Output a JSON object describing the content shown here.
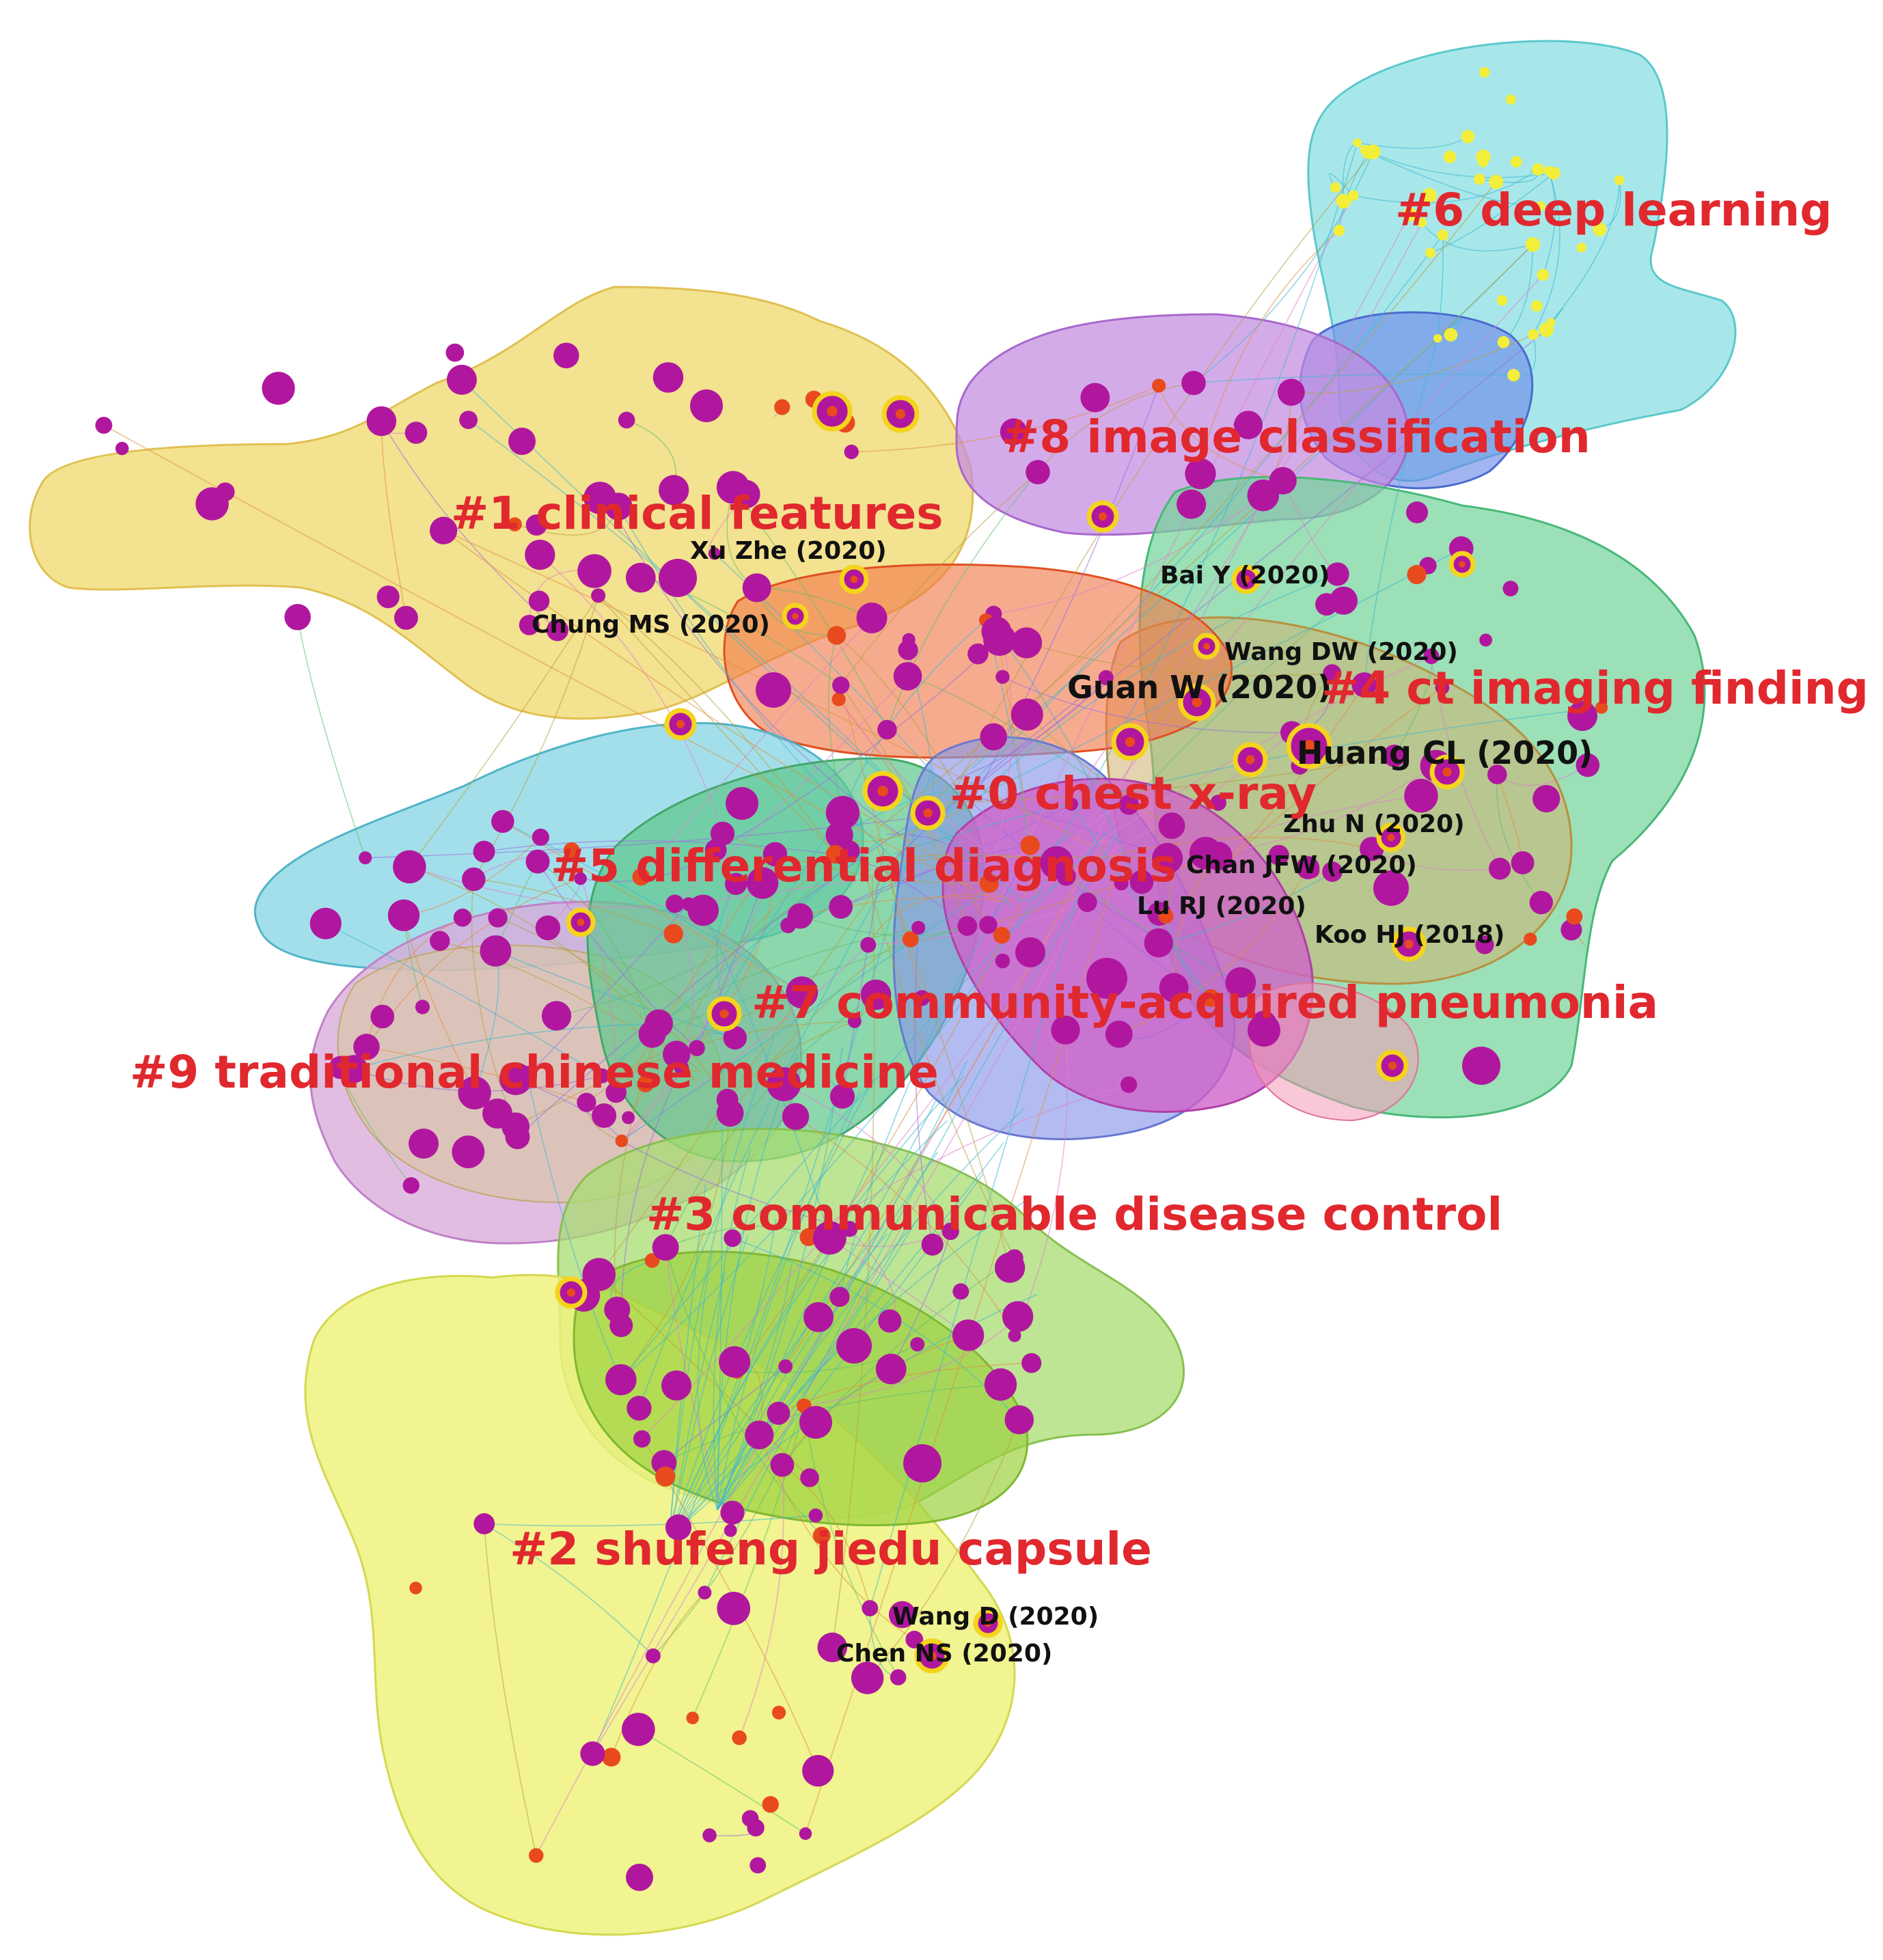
{
  "clusters": [
    {
      "id": "c0",
      "label": "#0 chest x-ray",
      "color": "#b84ad8"
    },
    {
      "id": "c1",
      "label": "#1 clinical features",
      "color": "#f0dc78"
    },
    {
      "id": "c2",
      "label": "#2 shufeng jiedu capsule",
      "color": "#eef27c"
    },
    {
      "id": "c3",
      "label": "#3 communicable disease control",
      "color": "#a8dc70"
    },
    {
      "id": "c4",
      "label": "#4 ct imaging finding",
      "color": "#74d49a"
    },
    {
      "id": "c5",
      "label": "#5 differential diagnosis",
      "color": "#60c88c"
    },
    {
      "id": "c6",
      "label": "#6 deep learning",
      "color": "#8ee0e4"
    },
    {
      "id": "c7",
      "label": "#7 community-acquired pneumonia",
      "color": "#d060c8"
    },
    {
      "id": "c8",
      "label": "#8 image classification",
      "color": "#c48ae0"
    },
    {
      "id": "c9",
      "label": "#9 traditional chinese medicine",
      "color": "#d8aad8"
    }
  ],
  "references": [
    {
      "label": "Xu Zhe (2020)"
    },
    {
      "label": "Chung MS (2020)"
    },
    {
      "label": "Bai Y (2020)"
    },
    {
      "label": "Wang DW (2020)"
    },
    {
      "label": "Guan W (2020)"
    },
    {
      "label": "Huang CL (2020)"
    },
    {
      "label": "Zhu N (2020)"
    },
    {
      "label": "Chan JFW (2020)"
    },
    {
      "label": "Lu RJ (2020)"
    },
    {
      "label": "Koo HJ (2018)"
    },
    {
      "label": "Wang D (2020)"
    },
    {
      "label": "Chen NS (2020)"
    }
  ],
  "colors": {
    "node_main": "#b0179e",
    "node_burst": "#e84a1e",
    "node_ring": "#f4d41c",
    "node_dl": "#f2ee3a",
    "label_red": "#e0282e"
  }
}
